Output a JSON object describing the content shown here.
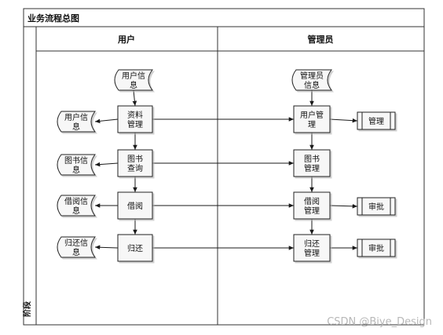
{
  "diagram": {
    "title": "业务流程总图",
    "stage_label": "阶段",
    "lanes": [
      {
        "id": "user",
        "label": "用户"
      },
      {
        "id": "admin",
        "label": "管理员"
      }
    ],
    "nodes": [
      {
        "id": "user-info-top",
        "kind": "data",
        "lines": [
          "用户信",
          "息"
        ]
      },
      {
        "id": "admin-info-top",
        "kind": "data",
        "lines": [
          "管理员",
          "信息"
        ]
      },
      {
        "id": "profile-manage",
        "kind": "process",
        "lines": [
          "资料",
          "管理"
        ]
      },
      {
        "id": "user-info-out",
        "kind": "data",
        "lines": [
          "用户信",
          "息"
        ]
      },
      {
        "id": "user-manage",
        "kind": "process",
        "lines": [
          "用户管",
          "理"
        ]
      },
      {
        "id": "manage-sub",
        "kind": "subprocess",
        "lines": [
          "管理"
        ]
      },
      {
        "id": "book-query",
        "kind": "process",
        "lines": [
          "图书",
          "查询"
        ]
      },
      {
        "id": "book-info-out",
        "kind": "data",
        "lines": [
          "图书信",
          "息"
        ]
      },
      {
        "id": "book-manage",
        "kind": "process",
        "lines": [
          "图书",
          "管理"
        ]
      },
      {
        "id": "borrow",
        "kind": "process",
        "lines": [
          "借阅"
        ]
      },
      {
        "id": "borrow-info-out",
        "kind": "data",
        "lines": [
          "借阅信",
          "息"
        ]
      },
      {
        "id": "borrow-manage",
        "kind": "process",
        "lines": [
          "借阅",
          "管理"
        ]
      },
      {
        "id": "approve-1",
        "kind": "subprocess",
        "lines": [
          "审批"
        ]
      },
      {
        "id": "return",
        "kind": "process",
        "lines": [
          "归还"
        ]
      },
      {
        "id": "return-info-out",
        "kind": "data",
        "lines": [
          "归还信",
          "息"
        ]
      },
      {
        "id": "return-manage",
        "kind": "process",
        "lines": [
          "归还",
          "管理"
        ]
      },
      {
        "id": "approve-2",
        "kind": "subprocess",
        "lines": [
          "审批"
        ]
      }
    ],
    "edges": [
      {
        "from": "user-info-top",
        "to": "profile-manage"
      },
      {
        "from": "profile-manage",
        "to": "book-query"
      },
      {
        "from": "book-query",
        "to": "borrow"
      },
      {
        "from": "borrow",
        "to": "return"
      },
      {
        "from": "profile-manage",
        "to": "user-info-out"
      },
      {
        "from": "book-query",
        "to": "book-info-out"
      },
      {
        "from": "borrow",
        "to": "borrow-info-out"
      },
      {
        "from": "return",
        "to": "return-info-out"
      },
      {
        "from": "profile-manage",
        "to": "user-manage"
      },
      {
        "from": "book-query",
        "to": "book-manage"
      },
      {
        "from": "borrow",
        "to": "borrow-manage"
      },
      {
        "from": "return",
        "to": "return-manage"
      },
      {
        "from": "admin-info-top",
        "to": "user-manage"
      },
      {
        "from": "user-manage",
        "to": "book-manage"
      },
      {
        "from": "book-manage",
        "to": "borrow-manage"
      },
      {
        "from": "borrow-manage",
        "to": "return-manage"
      },
      {
        "from": "user-manage",
        "to": "manage-sub"
      },
      {
        "from": "borrow-manage",
        "to": "approve-1"
      },
      {
        "from": "return-manage",
        "to": "approve-2"
      }
    ]
  },
  "watermark": "CSDN @Biye_Design"
}
